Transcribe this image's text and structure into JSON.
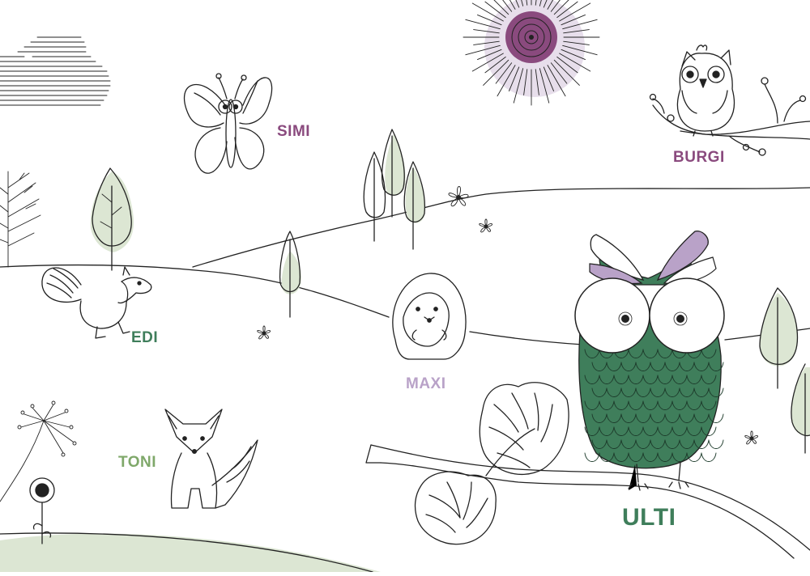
{
  "labels": {
    "simi": "SIMI",
    "burgi": "BURGI",
    "edi": "EDI",
    "maxi": "MAXI",
    "toni": "TONI",
    "ulti": "ULTI"
  },
  "colors": {
    "purple": "#8a4a7e",
    "lilac": "#b9a2c8",
    "dark_green": "#3f7e5b",
    "light_green": "#7fa86a",
    "pale_green": "#dce6d3",
    "sun_halo": "#ddd0e3",
    "ink": "#222222"
  },
  "icons": [
    "cloud-icon",
    "sun-icon",
    "butterfly-icon",
    "small-owl-icon",
    "squirrel-icon",
    "hedgehog-icon",
    "fox-icon",
    "big-owl-icon",
    "tree-icon",
    "flower-icon",
    "pine-cone-icon",
    "branch-icon"
  ]
}
